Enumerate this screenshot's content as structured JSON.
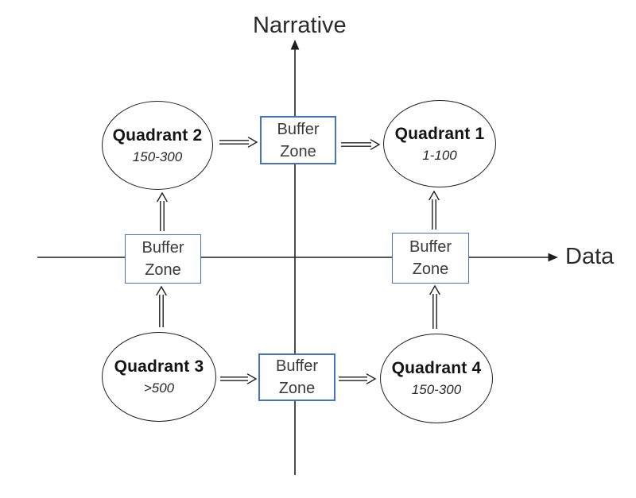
{
  "axes": {
    "vertical_label": "Narrative",
    "horizontal_label": "Data"
  },
  "quadrants": [
    {
      "id": "quadrant-1",
      "title": "Quadrant 1",
      "range": "1-100",
      "position": "top-right"
    },
    {
      "id": "quadrant-2",
      "title": "Quadrant 2",
      "range": "150-300",
      "position": "top-left"
    },
    {
      "id": "quadrant-3",
      "title": "Quadrant 3",
      "range": ">500",
      "position": "bottom-left"
    },
    {
      "id": "quadrant-4",
      "title": "Quadrant 4",
      "range": "150-300",
      "position": "bottom-right"
    }
  ],
  "buffer_zones": [
    {
      "id": "buffer-top",
      "label": "Buffer Zone"
    },
    {
      "id": "buffer-left",
      "label": "Buffer Zone"
    },
    {
      "id": "buffer-right",
      "label": "Buffer Zone"
    },
    {
      "id": "buffer-bottom",
      "label": "Buffer Zone"
    }
  ],
  "flow": [
    {
      "from": "quadrant-2",
      "to": "buffer-top"
    },
    {
      "from": "buffer-top",
      "to": "quadrant-1"
    },
    {
      "from": "buffer-left",
      "to": "quadrant-2"
    },
    {
      "from": "quadrant-3",
      "to": "buffer-left"
    },
    {
      "from": "quadrant-3",
      "to": "buffer-bottom"
    },
    {
      "from": "buffer-bottom",
      "to": "quadrant-4"
    },
    {
      "from": "quadrant-4",
      "to": "buffer-right"
    },
    {
      "from": "buffer-right",
      "to": "quadrant-1"
    }
  ],
  "colors": {
    "buffer_border": "#4472C4",
    "line": "#1f1f1f",
    "text": "#262626"
  }
}
